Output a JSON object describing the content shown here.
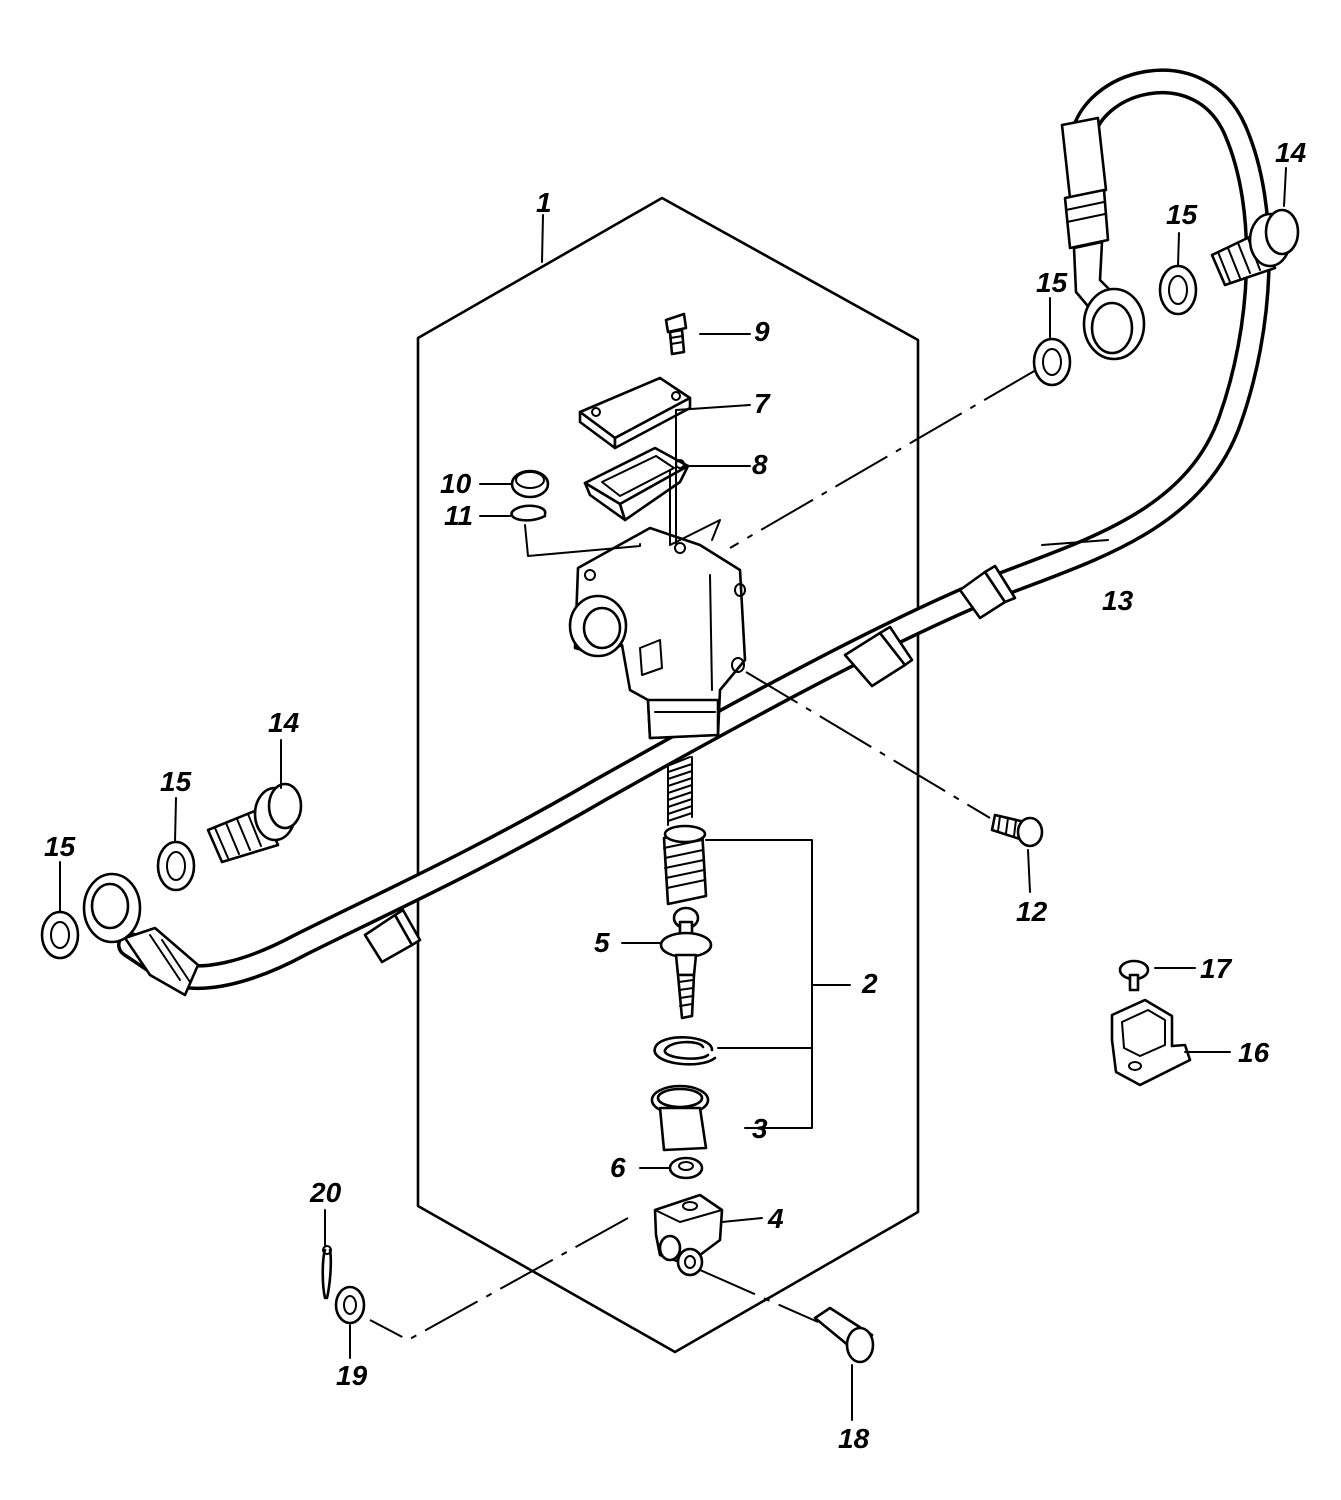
{
  "diagram": {
    "callouts": [
      {
        "id": "c1",
        "text": "1"
      },
      {
        "id": "c2",
        "text": "2"
      },
      {
        "id": "c3",
        "text": "3"
      },
      {
        "id": "c4",
        "text": "4"
      },
      {
        "id": "c5",
        "text": "5"
      },
      {
        "id": "c6",
        "text": "6"
      },
      {
        "id": "c7",
        "text": "7"
      },
      {
        "id": "c8",
        "text": "8"
      },
      {
        "id": "c9",
        "text": "9"
      },
      {
        "id": "c10",
        "text": "10"
      },
      {
        "id": "c11",
        "text": "11"
      },
      {
        "id": "c12",
        "text": "12"
      },
      {
        "id": "c13",
        "text": "13"
      },
      {
        "id": "c14a",
        "text": "14"
      },
      {
        "id": "c14b",
        "text": "14"
      },
      {
        "id": "c15a",
        "text": "15"
      },
      {
        "id": "c15b",
        "text": "15"
      },
      {
        "id": "c15c",
        "text": "15"
      },
      {
        "id": "c15d",
        "text": "15"
      },
      {
        "id": "c16",
        "text": "16"
      },
      {
        "id": "c17",
        "text": "17"
      },
      {
        "id": "c18",
        "text": "18"
      },
      {
        "id": "c19",
        "text": "19"
      },
      {
        "id": "c20",
        "text": "20"
      }
    ]
  }
}
